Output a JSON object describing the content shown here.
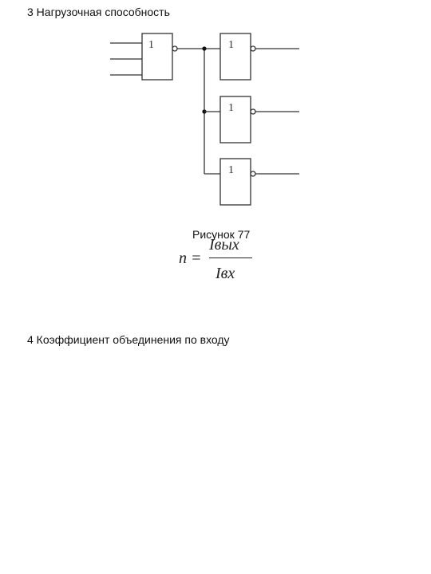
{
  "sections": {
    "load_capacity": "3 Нагрузочная способность",
    "fan_in": "4 Коэффициент объединения по входу"
  },
  "figure": {
    "caption": "Рисунок 77",
    "gate_label": "1"
  },
  "formula": {
    "lhs": "n =",
    "numerator": "Iвых",
    "denominator": "Iвх"
  }
}
